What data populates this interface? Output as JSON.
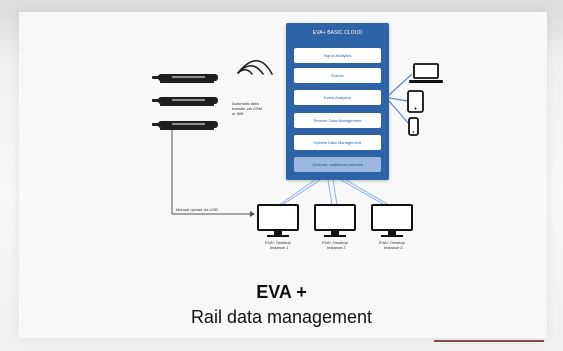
{
  "diagram": {
    "cloud_title": "EVA+ BASIC CLOUD",
    "modules": [
      "Signal Analytics",
      "Events",
      "Event Analytics",
      "Remote Data Management",
      "System Data Management",
      "Optional, additional modules"
    ],
    "wireless_label": "Automatic data transfer via GSM or Wifi",
    "manual_label": "Manual upload via USB",
    "desktops": [
      {
        "title": "EVA+ Desktop",
        "subtitle": "Instance 1"
      },
      {
        "title": "EVA+ Desktop",
        "subtitle": "Instance 2"
      },
      {
        "title": "EVA+ Desktop",
        "subtitle": "Instance 3"
      }
    ]
  },
  "footer": {
    "title": "EVA +",
    "subtitle": "Rail data management"
  }
}
